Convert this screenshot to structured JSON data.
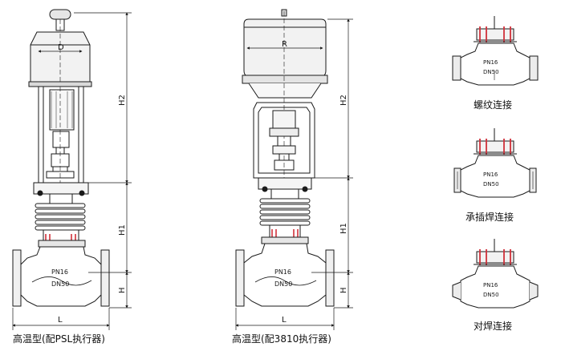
{
  "left_valve": {
    "caption": "高温型(配PSL执行器)",
    "dim_top": "D",
    "dim_upper": "H2",
    "dim_middle": "H1",
    "dim_lower": "H",
    "dim_length": "L",
    "body_label_1": "PN16",
    "body_label_2": "DN50"
  },
  "middle_valve": {
    "caption": "高温型(配3810执行器)",
    "dim_top": "R",
    "dim_upper": "H2",
    "dim_middle": "H1",
    "dim_lower": "H",
    "dim_length": "L",
    "body_label_1": "PN16",
    "body_label_2": "DN50"
  },
  "connections": [
    {
      "caption": "螺纹连接",
      "label_1": "PN16",
      "label_2": "DN50"
    },
    {
      "caption": "承插焊连接",
      "label_1": "PN16",
      "label_2": "DN50"
    },
    {
      "caption": "对焊连接",
      "label_1": "PN16",
      "label_2": "DN50"
    }
  ],
  "colors": {
    "line": "#1a1a1a",
    "bolt_red": "#d0303a"
  }
}
